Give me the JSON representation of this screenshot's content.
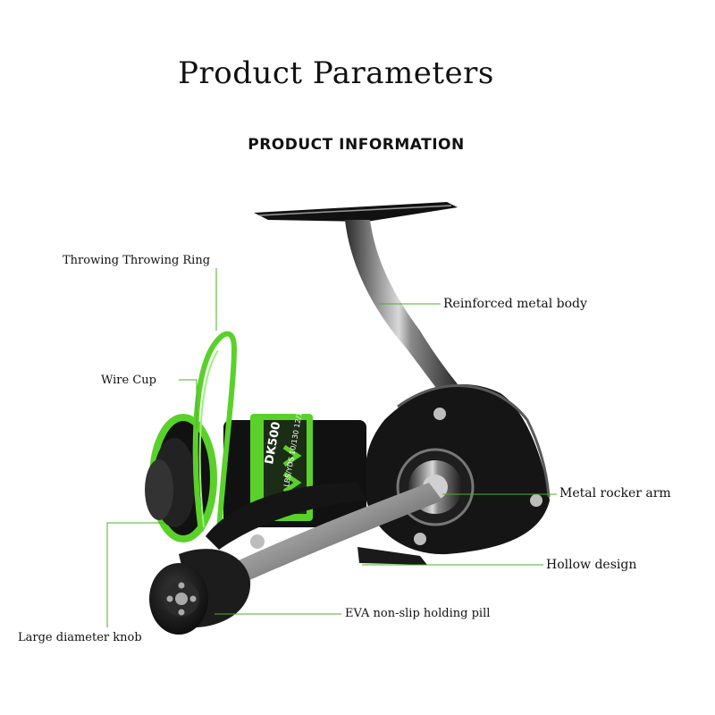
{
  "header": {
    "title": "Product Parameters",
    "subtitle": "PRODUCT  INFORMATION"
  },
  "product": {
    "model_text": "DK500",
    "spec_text": "LBS/YDS 10/130 12/120"
  },
  "callouts": {
    "throwing_ring": "Throwing Throwing Ring",
    "wire_cup": "Wire Cup",
    "large_knob": "Large diameter knob",
    "metal_body": "Reinforced metal body",
    "rocker_arm": "Metal rocker arm",
    "hollow_design": "Hollow design",
    "eva_pill": "EVA non-slip holding pill"
  },
  "colors": {
    "accent_green": "#5ad12a",
    "body_black": "#151515",
    "metal_silver": "#c9c9c9",
    "leader_line": "#4caf2a"
  }
}
